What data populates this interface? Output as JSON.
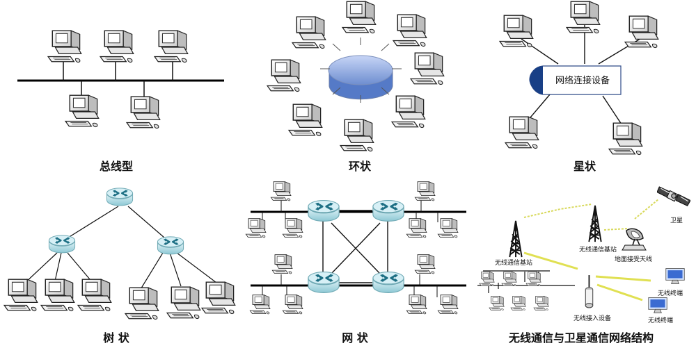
{
  "captions": {
    "bus": "总线型",
    "ring": "环状",
    "star": "星状",
    "tree": "树 状",
    "mesh": "网 状",
    "wireless": "无线通信与卫星通信网络结构"
  },
  "star_center_label": "网络连接设备",
  "wireless_labels": {
    "satellite": "卫星",
    "base_station_left": "无线通信基站",
    "base_station_right": "无线通信基站",
    "ground_antenna": "地面接受天线",
    "access_device": "无线接入设备",
    "terminal_1": "无线终端",
    "terminal_2": "无线终端"
  },
  "icons": {
    "computer": "computer-icon",
    "router": "router-icon",
    "tower": "tower-icon",
    "satellite": "satellite-icon",
    "dish": "dish-icon",
    "access_point": "access-point-icon",
    "monitor": "monitor-icon"
  },
  "colors": {
    "router": "#9fd3dc",
    "ring_hub": "#9eb6e8",
    "star_cap": "#1a3e86",
    "wireless_link": "#e6e85d"
  }
}
